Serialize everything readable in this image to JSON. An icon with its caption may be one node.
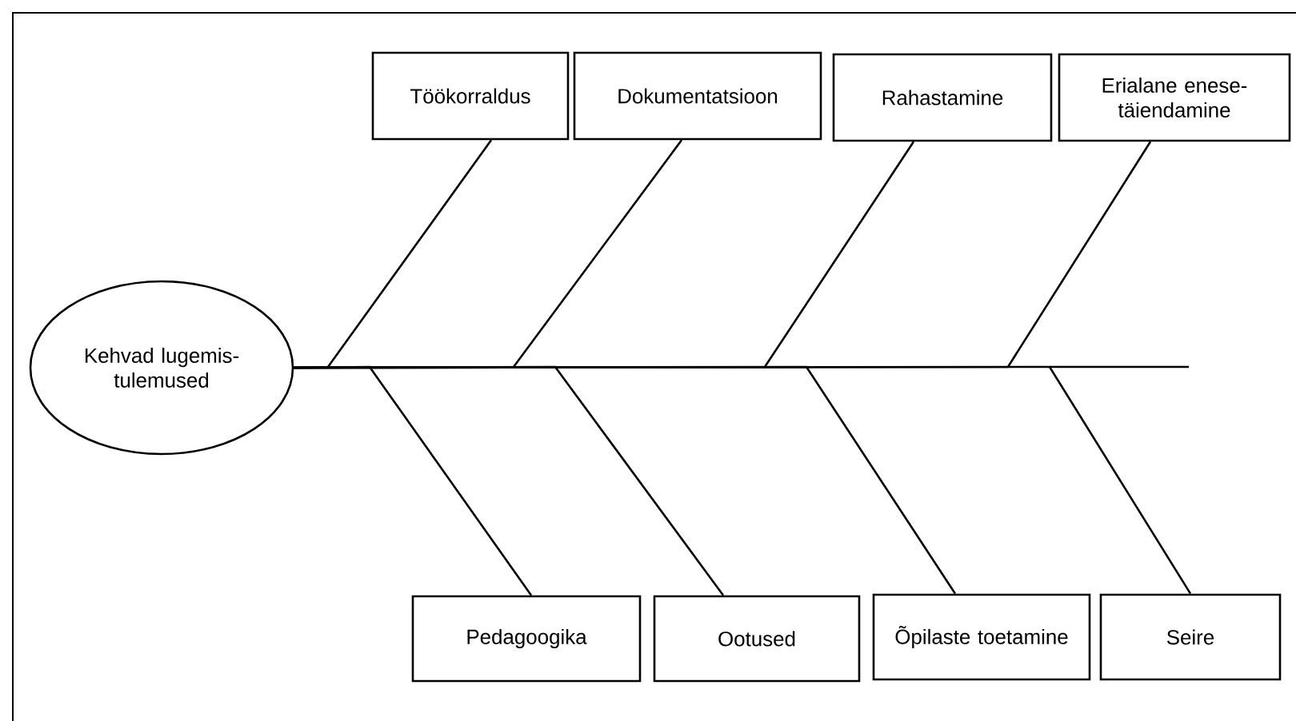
{
  "diagram": {
    "nodes": [
      {
        "text": [
          "Kehvad lugemis-tulemused"
        ]
      },
      {
        "text": [
          "Töökorraldus"
        ]
      },
      {
        "text": [
          "Dokumentatsioon"
        ]
      },
      {
        "text": [
          "Rahastamine"
        ]
      },
      {
        "text": [
          "Erialane enese-täiendamine"
        ]
      },
      {
        "text": [
          "Pedagoogika"
        ]
      },
      {
        "text": [
          "Ootused"
        ]
      },
      {
        "text": [
          "Õpilaste toetamine"
        ]
      },
      {
        "text": [
          "Seire"
        ]
      }
    ],
    "edges": [
      {
        "from": 1,
        "to": 0,
        "arrow": "none"
      },
      {
        "from": 2,
        "to": 0,
        "arrow": "none"
      },
      {
        "from": 3,
        "to": 0,
        "arrow": "none"
      },
      {
        "from": 4,
        "to": 0,
        "arrow": "none"
      },
      {
        "from": 5,
        "to": 0,
        "arrow": "none"
      },
      {
        "from": 6,
        "to": 0,
        "arrow": "none"
      },
      {
        "from": 7,
        "to": 0,
        "arrow": "none"
      },
      {
        "from": 8,
        "to": 0,
        "arrow": "none"
      }
    ]
  }
}
